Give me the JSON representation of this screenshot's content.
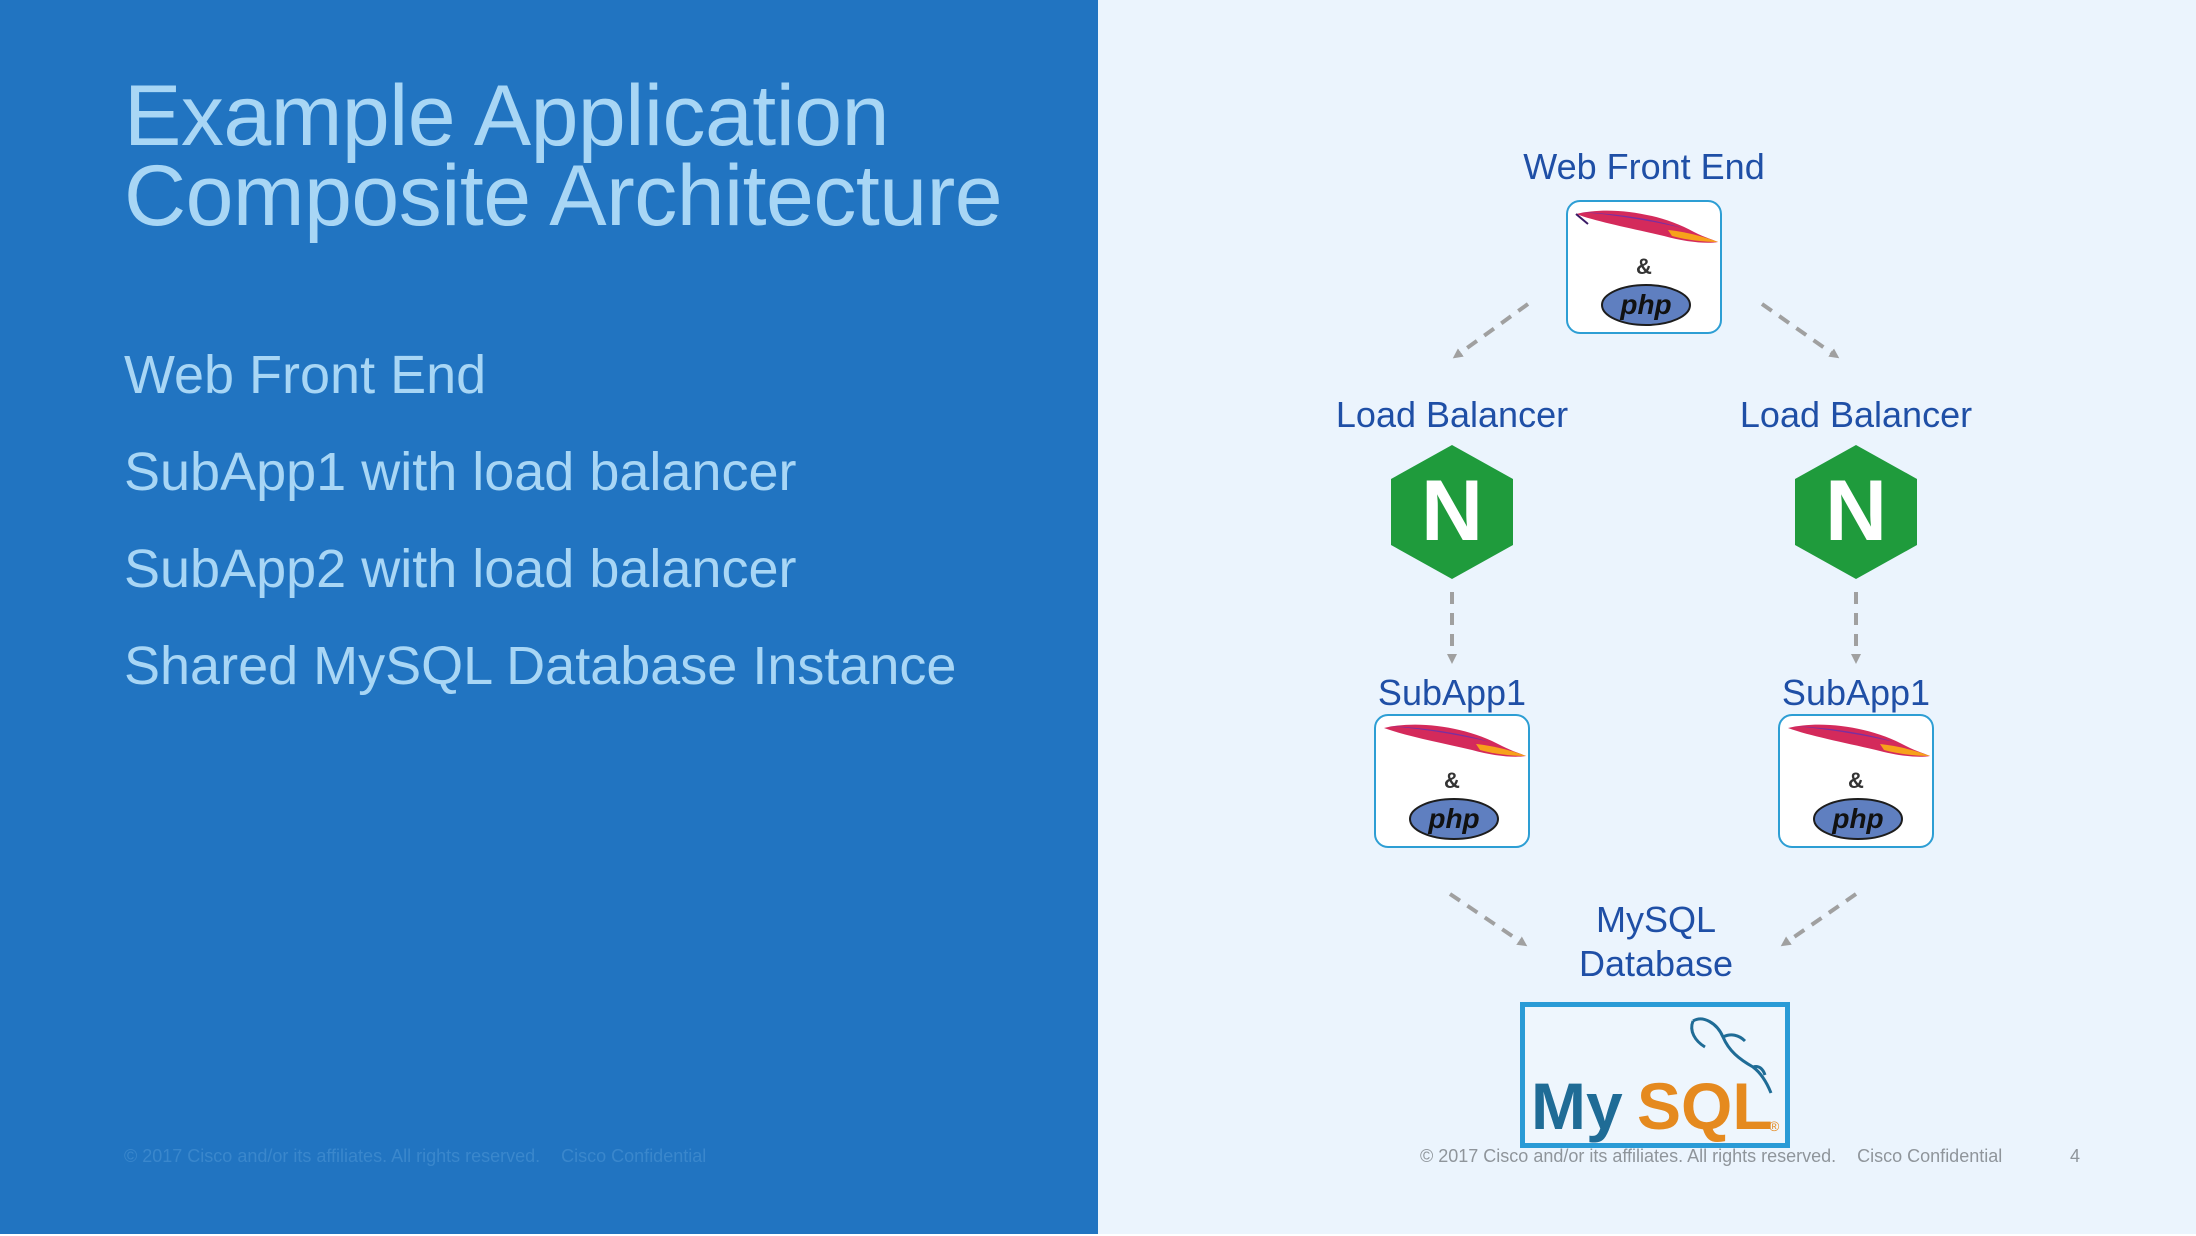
{
  "slide": {
    "title_lines": [
      "Example Application",
      "Composite Architecture"
    ],
    "bullets": [
      "Web Front End",
      "SubApp1 with load balancer",
      "SubApp2 with load balancer",
      "Shared MySQL Database Instance"
    ],
    "footer_left": {
      "copyright": "© 2017  Cisco and/or its affiliates. All rights reserved.",
      "confidential": "Cisco Confidential"
    },
    "footer_right": {
      "copyright": "© 2017  Cisco and/or its affiliates. All rights reserved.",
      "confidential": "Cisco Confidential"
    },
    "page_number": "4"
  },
  "diagram": {
    "web_front_end": {
      "label": "Web Front End",
      "ampersand": "&",
      "php": "php",
      "icons": [
        "apache-feather-icon",
        "php-logo-icon"
      ]
    },
    "load_balancer_left": {
      "label": "Load Balancer",
      "logo_letter": "N",
      "icon": "nginx-logo-icon"
    },
    "load_balancer_right": {
      "label": "Load Balancer",
      "logo_letter": "N",
      "icon": "nginx-logo-icon"
    },
    "subapp_left": {
      "label": "SubApp1",
      "ampersand": "&",
      "php": "php"
    },
    "subapp_right": {
      "label": "SubApp1",
      "ampersand": "&",
      "php": "php"
    },
    "database": {
      "label_lines": [
        "MySQL",
        "Database"
      ],
      "logo_my": "My",
      "logo_sql": "SQL",
      "logo_reg": "®",
      "icon": "mysql-dolphin-icon"
    }
  },
  "colors": {
    "left_panel": "#2174c1",
    "right_panel": "#ebf4fd",
    "title_text": "#a8d6f5",
    "diagram_label": "#1f4fa6",
    "box_border": "#2d9ed4",
    "arrow": "#a0a0a0",
    "nginx_green": "#1f9b3c",
    "php_blue": "#5f7fc0",
    "mysql_blue": "#1f6c96",
    "mysql_orange": "#e58a1f"
  }
}
